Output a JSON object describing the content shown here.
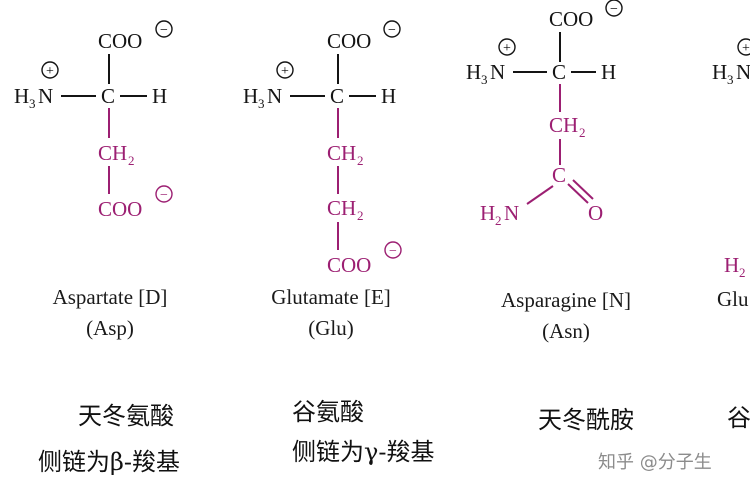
{
  "labels": {
    "coo": "COO",
    "ch": "CH",
    "c": "C",
    "h": "H",
    "n": "N",
    "o": "O",
    "sub2": "2",
    "sub3": "3",
    "minus": "−",
    "plus": "+",
    "partial_h2": "H",
    "partial_h2_sub": "2"
  },
  "amino_acids": [
    {
      "name": "Aspartate [D]",
      "abbr": "(Asp)",
      "cn_line1": "天冬氨酸",
      "cn_line2": "侧链为β-羧基"
    },
    {
      "name": "Glutamate [E]",
      "abbr": "(Glu)",
      "cn_line1": "谷氨酸",
      "cn_line2": "侧链为γ-羧基"
    },
    {
      "name": "Asparagine [N]",
      "abbr": "(Asn)",
      "cn_line1": "天冬酰胺"
    },
    {
      "name": "Glu",
      "cn_line1": "谷"
    }
  ],
  "watermark": "知乎 @分子生",
  "colors": {
    "ink": "#141414",
    "side_chain": "#9c1f72",
    "watermark": "#8c8c8c"
  }
}
